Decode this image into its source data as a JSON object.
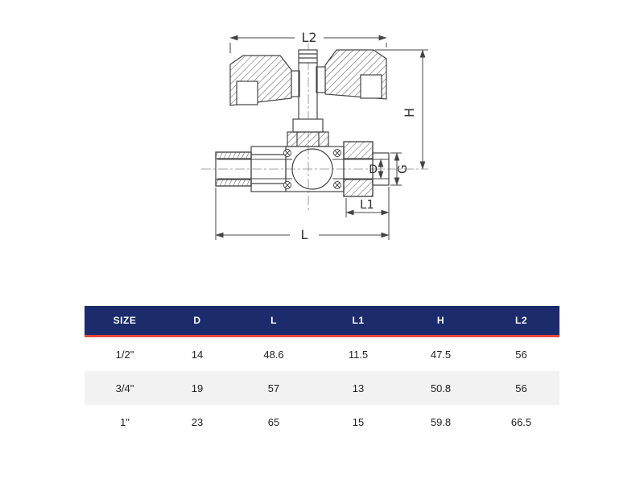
{
  "diagram": {
    "labels": {
      "L2": "L2",
      "H": "H",
      "G": "G",
      "D": "D",
      "L1": "L1",
      "L": "L"
    }
  },
  "table": {
    "headers": [
      "SIZE",
      "D",
      "L",
      "L1",
      "H",
      "L2"
    ],
    "rows": [
      [
        "1/2\"",
        "14",
        "48.6",
        "11.5",
        "47.5",
        "56"
      ],
      [
        "3/4\"",
        "19",
        "57",
        "13",
        "50.8",
        "56"
      ],
      [
        "1\"",
        "23",
        "65",
        "15",
        "59.8",
        "66.5"
      ]
    ]
  },
  "colors": {
    "header_bg": "#1c2b6b",
    "accent": "#e8463c",
    "row_alt": "#f2f2f3",
    "line": "#444444"
  }
}
